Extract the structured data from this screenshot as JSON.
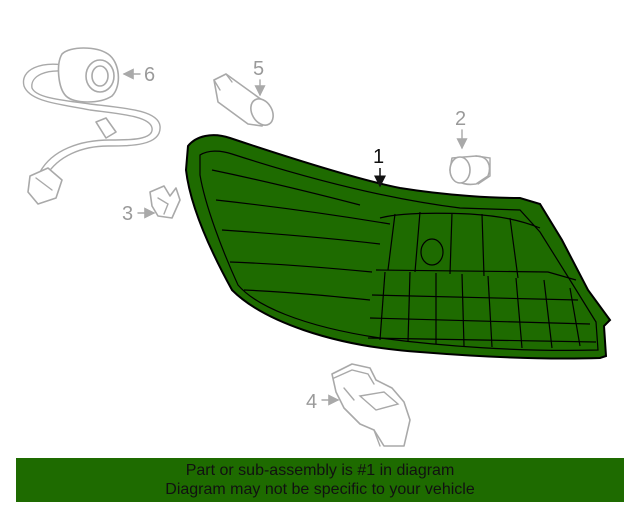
{
  "colors": {
    "part_fill": "#1e6b00",
    "part_stroke": "#000000",
    "banner_bg": "#1e6b00",
    "banner_text": "#111111",
    "accessory_stroke": "#a9a9a9"
  },
  "callouts": {
    "part1": "1",
    "part2": "2",
    "part3": "3",
    "part4": "4",
    "part5": "5",
    "part6": "6"
  },
  "banner": {
    "line1": "Part or sub-assembly is #1 in diagram",
    "line2": "Diagram may not be specific to your vehicle"
  }
}
